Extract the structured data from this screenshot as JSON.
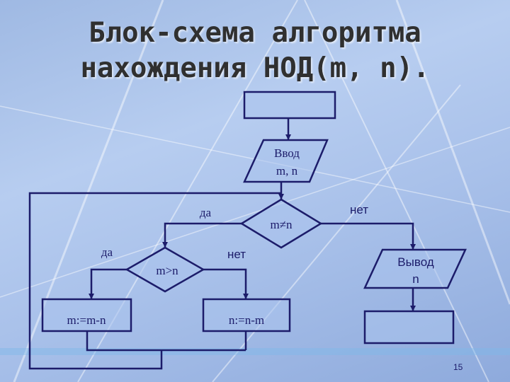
{
  "title": {
    "line1": "Блок-схема алгоритма",
    "line2": "нахождения НОД(m, n)."
  },
  "flowchart": {
    "start": "",
    "input": {
      "line1": "Ввод",
      "line2": "m, n"
    },
    "condition_main": {
      "text": "m≠n",
      "yes_label": "да",
      "no_label": "нет"
    },
    "condition_inner": {
      "text": "m>n",
      "yes_label": "да",
      "no_label": "нет"
    },
    "process_left": "m:=m-n",
    "process_right": "n:=n-m",
    "output": {
      "line1": "Вывод",
      "line2": "n"
    },
    "end": ""
  },
  "colors": {
    "stroke": "#1c1c6a",
    "background": "#a9c1ea"
  },
  "page_number": "15"
}
